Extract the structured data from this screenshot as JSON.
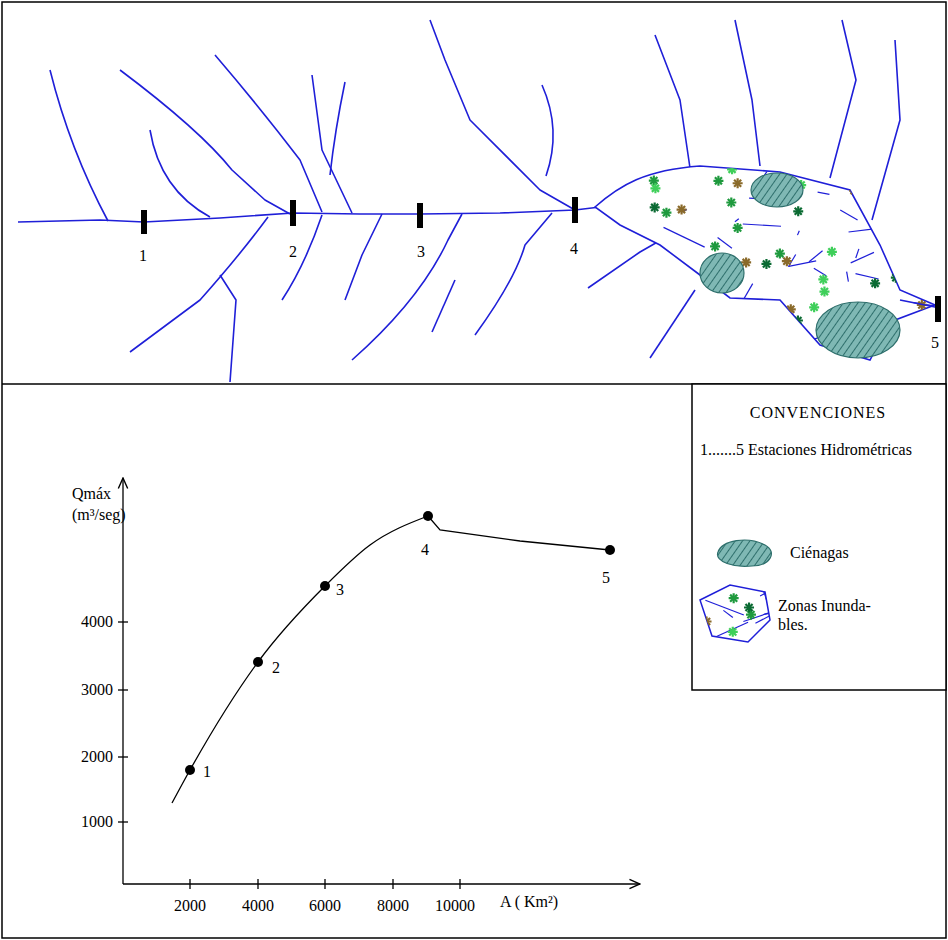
{
  "diagram": {
    "labels": [
      "1",
      "2",
      "3",
      "4",
      "5",
      "Qmáx",
      "(m³/seg)",
      "4000",
      "3000",
      "2000",
      "1000",
      "2000",
      "4000",
      "6000",
      "8000",
      "10000",
      "A ( Km²)",
      "1",
      "2",
      "3",
      "4",
      "5",
      "CONVENCIONES"
    ],
    "legend": [
      {
        "text": "1.......5 Estaciones Hidrométricas"
      },
      {
        "text": "Ciénagas"
      },
      {
        "text": "Zonas Inunda- bles."
      }
    ]
  }
}
